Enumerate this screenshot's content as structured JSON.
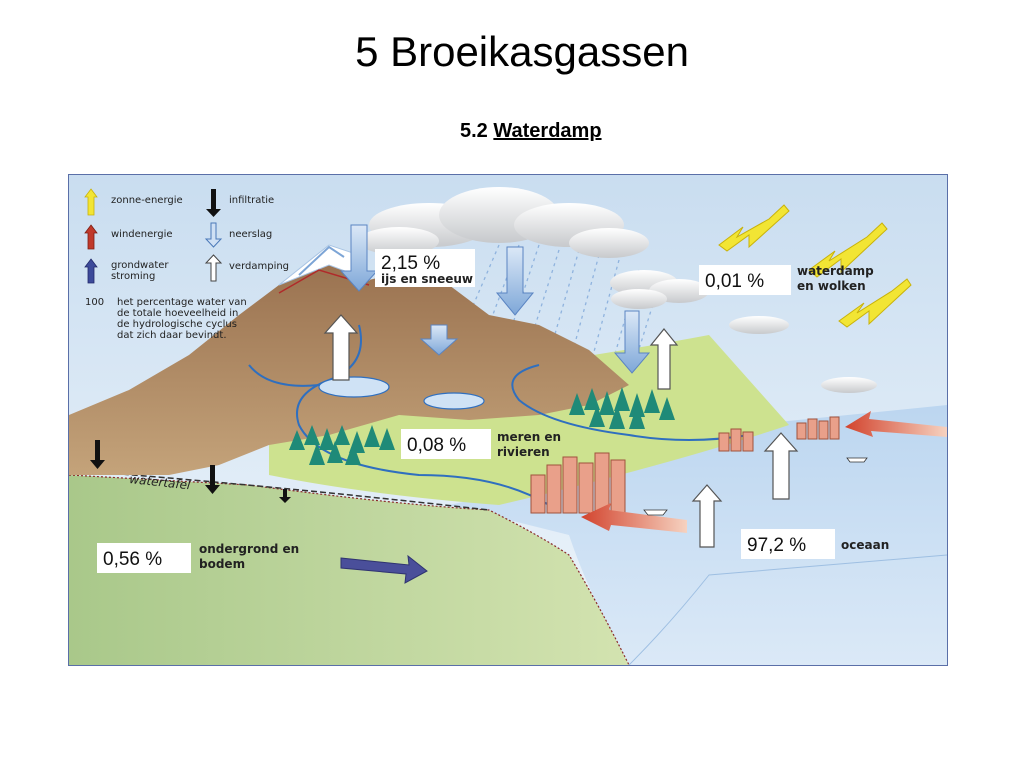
{
  "slide": {
    "title": "5 Broeikasgassen",
    "subtitle_number": "5.2",
    "subtitle_text": "Waterdamp"
  },
  "legend": {
    "items": [
      {
        "label": "zonne-energie",
        "icon": "yellow-arrow-icon"
      },
      {
        "label": "windenergie",
        "icon": "red-arrow-icon"
      },
      {
        "label": "grondwater",
        "icon": "blue-arrow-icon"
      },
      {
        "label": "stroming",
        "icon": ""
      },
      {
        "label": "infiltratie",
        "icon": "black-arrow-down-icon"
      },
      {
        "label": "neerslag",
        "icon": "blue-outline-arrow-down-icon"
      },
      {
        "label": "verdamping",
        "icon": "white-arrow-up-icon"
      }
    ],
    "note_number": "100",
    "note_lines": [
      "het percentage water van",
      "de totale hoeveelheid in",
      "de hydrologische  cyclus",
      "dat zich daar bevindt."
    ]
  },
  "reservoirs": [
    {
      "pct": "2,15 %",
      "label_lines": [
        "ijs en sneeuw"
      ]
    },
    {
      "pct": "0,01 %",
      "label_lines": [
        "waterdamp",
        "en wolken"
      ]
    },
    {
      "pct": "0,08 %",
      "label_lines": [
        "meren en",
        "rivieren"
      ]
    },
    {
      "pct": "0,56 %",
      "label_lines": [
        "ondergrond en",
        "bodem"
      ]
    },
    {
      "pct": "97,2 %",
      "label_lines": [
        "oceaan"
      ]
    }
  ],
  "watertable_label": "watertafel",
  "colors": {
    "sun": "#f2e534",
    "wind": "#c0392b",
    "groundwater": "#3c4a9a",
    "ocean": "#c9def3",
    "mountain": "#a47b52",
    "meadow": "#c8e08e",
    "soil": "#b5cf8d"
  }
}
